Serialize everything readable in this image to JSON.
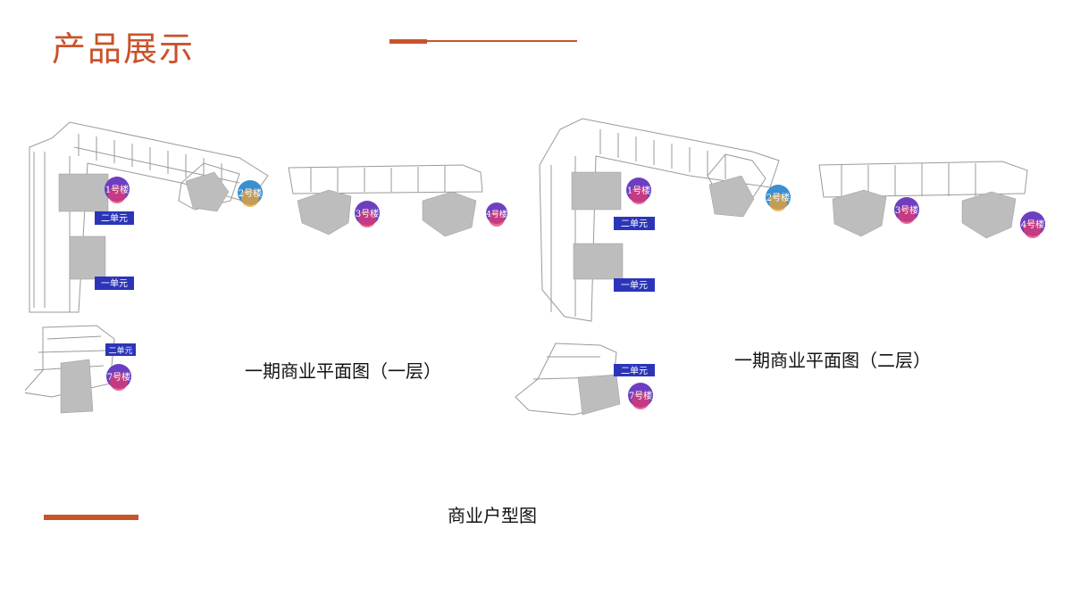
{
  "title": "产品展示",
  "captions": {
    "floor1": "一期商业平面图（一层）",
    "floor2": "一期商业平面图（二层）",
    "bottom": "商业户型图"
  },
  "labels": {
    "b1": "1号楼",
    "b2": "2号楼",
    "b3": "3号楼",
    "b4": "4号楼",
    "b7": "7号楼",
    "u1": "一单元",
    "u2": "二单元"
  },
  "colors": {
    "accent": "#c8532a",
    "unit_tag": "#2c35b8"
  }
}
